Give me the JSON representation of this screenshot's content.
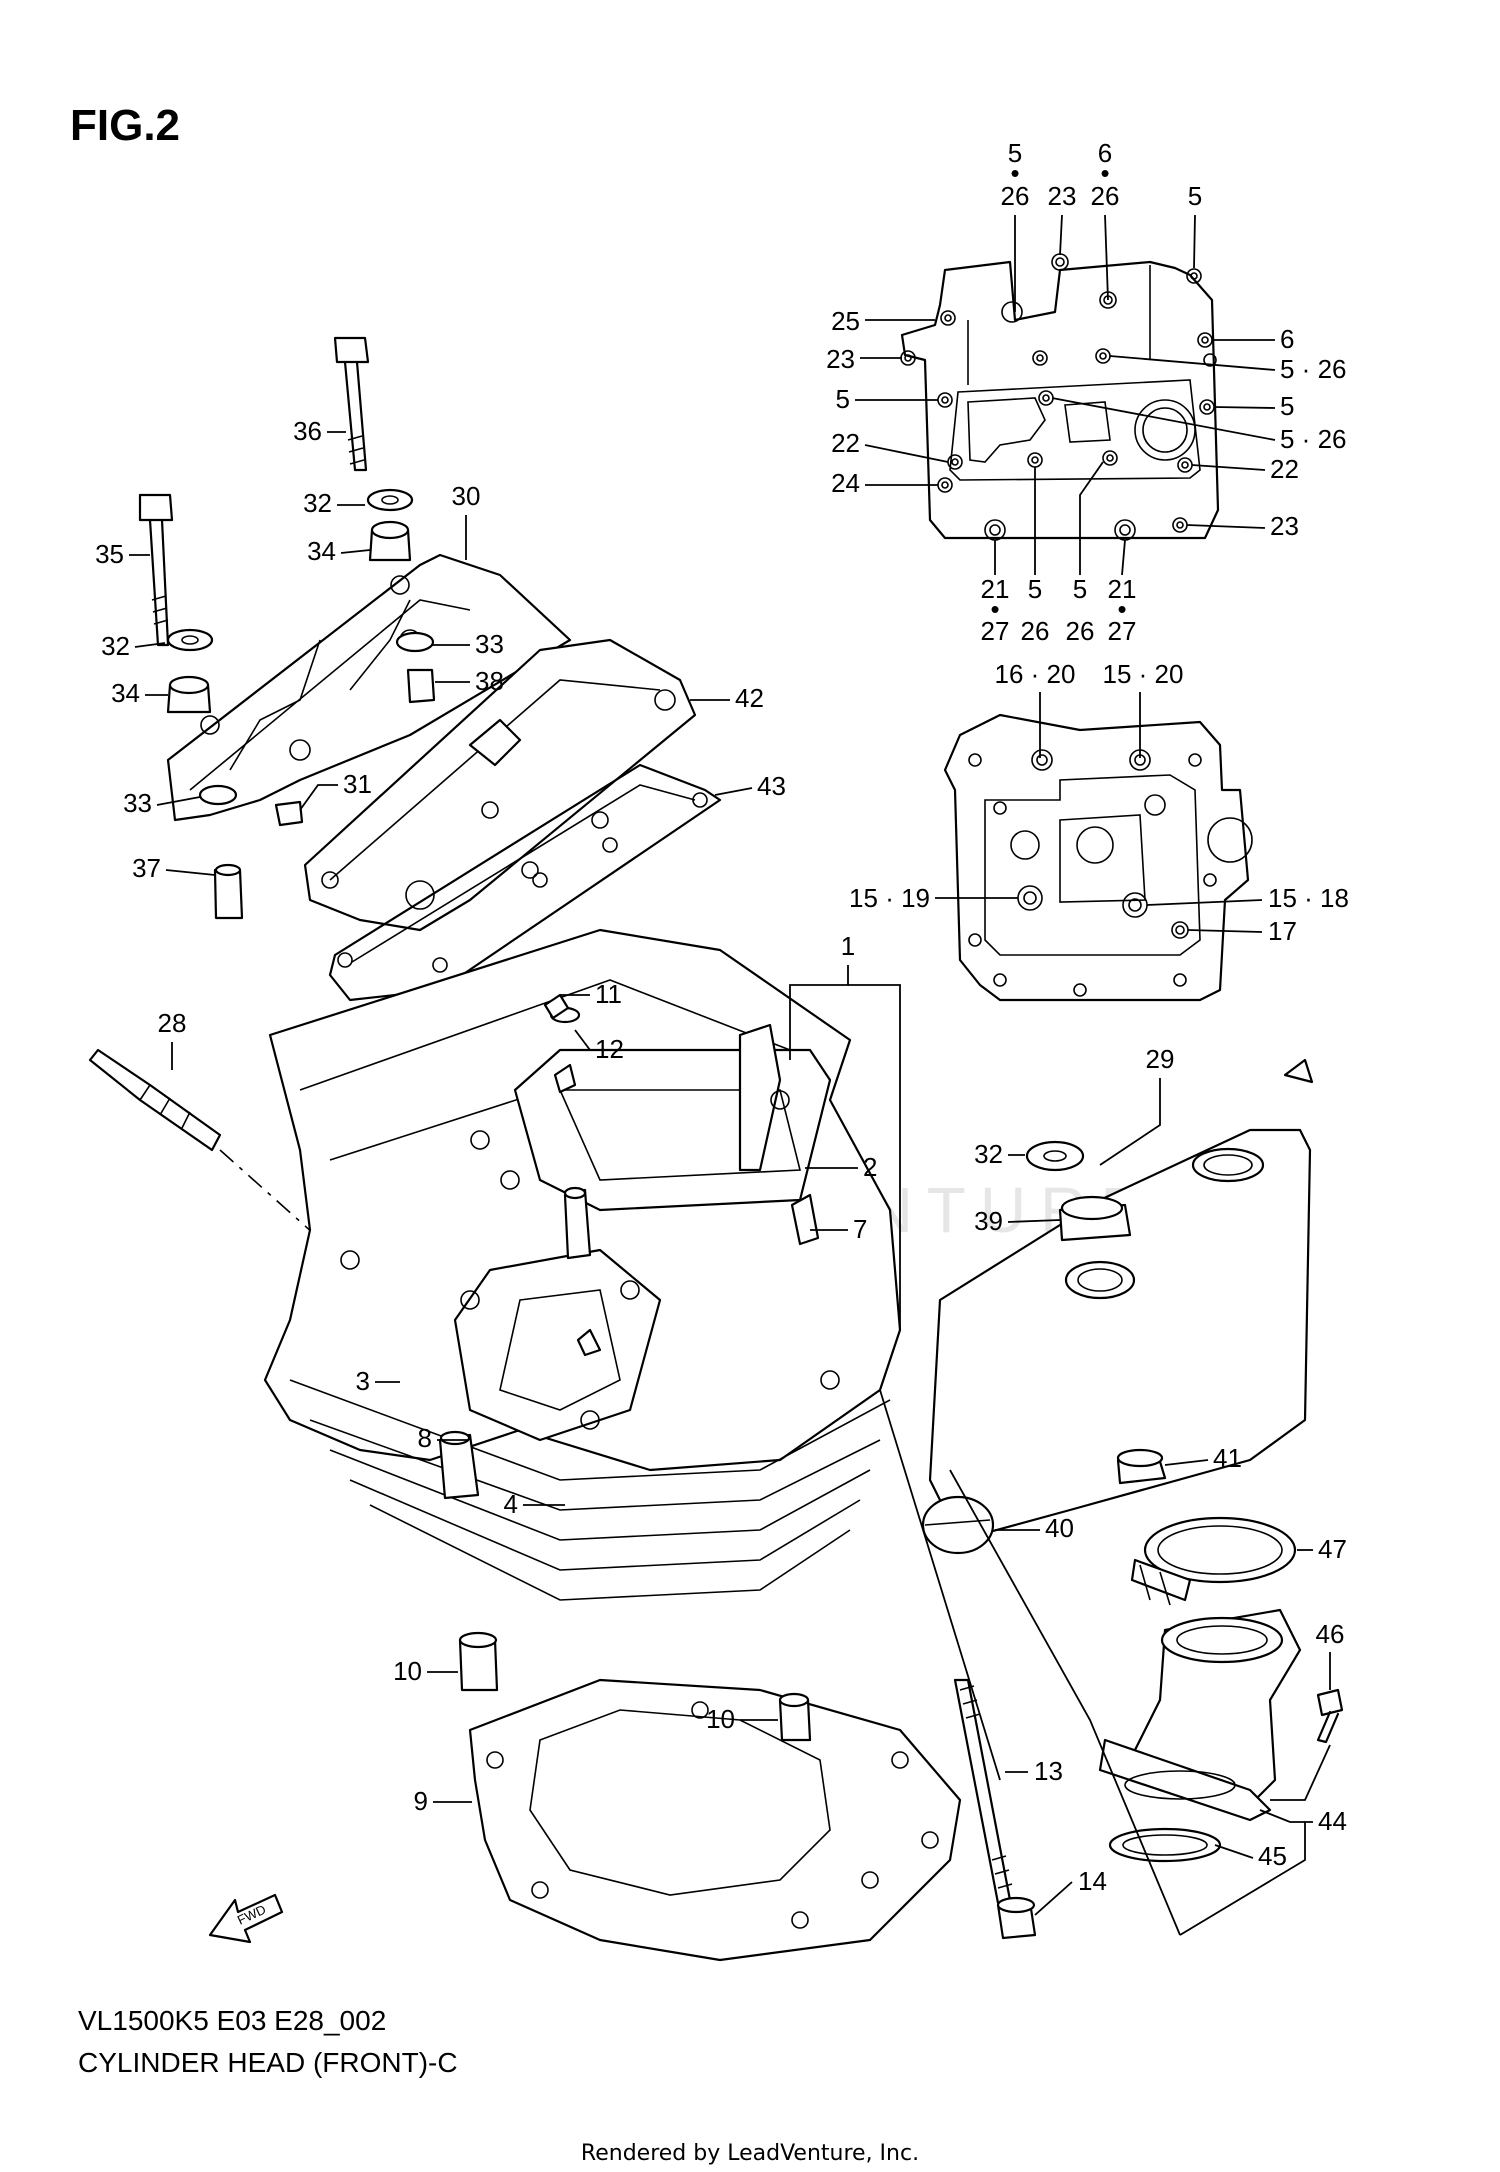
{
  "figure": {
    "title": "FIG.2"
  },
  "footer": {
    "model_code": "VL1500K5 E03 E28_002",
    "section_title": "CYLINDER HEAD (FRONT)-C",
    "rendered_by": "Rendered by LeadVenture, Inc."
  },
  "watermark": "LEADVENTURE",
  "fwd_label": "FWD",
  "callouts": {
    "c1": "1",
    "c2": "2",
    "c3": "3",
    "c4": "4",
    "c7": "7",
    "c8": "8",
    "c9": "9",
    "c10a": "10",
    "c10b": "10",
    "c11": "11",
    "c12": "12",
    "c13": "13",
    "c14": "14",
    "c28": "28",
    "c29": "29",
    "c30": "30",
    "c31": "31",
    "c32a": "32",
    "c32b": "32",
    "c32c": "32",
    "c33a": "33",
    "c33b": "33",
    "c34a": "34",
    "c34b": "34",
    "c35": "35",
    "c36": "36",
    "c37": "37",
    "c38": "38",
    "c39": "39",
    "c40": "40",
    "c41": "41",
    "c42": "42",
    "c43": "43",
    "c44": "44",
    "c45": "45",
    "c46": "46",
    "c47": "47",
    "t_5a": "5",
    "t_26a": "26",
    "t_6a": "6",
    "t_26b": "26",
    "t_23a": "23",
    "t_5b": "5",
    "t_25": "25",
    "t_23b": "23",
    "t_6b": "6",
    "t_5_26a": "5 · 26",
    "t_5c": "5",
    "t_5d": "5",
    "t_5_26b": "5 · 26",
    "t_22a": "22",
    "t_22b": "22",
    "t_24": "24",
    "t_23c": "23",
    "t_21a": "21",
    "t_27a": "27",
    "t_5e": "5",
    "t_26c": "26",
    "t_5f": "5",
    "t_26d": "26",
    "t_21b": "21",
    "t_27b": "27",
    "u_16_20": "16 · 20",
    "u_15_20": "15 · 20",
    "u_15_19": "15 · 19",
    "u_15_18": "15 · 18",
    "u_17": "17"
  }
}
